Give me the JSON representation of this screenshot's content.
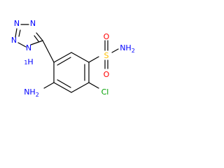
{
  "molecule": {
    "atoms": {
      "n1": {
        "text": "N",
        "color": "#0000ff"
      },
      "n2": {
        "text": "N",
        "color": "#0000ff"
      },
      "n3": {
        "text": "N",
        "color": "#0000ff"
      },
      "nh": {
        "element": "N",
        "suffix": "H",
        "prefix": "1",
        "color": "#0000ff"
      },
      "amine_ring": {
        "element": "NH",
        "subscript": "2",
        "color": "#0000ff"
      },
      "amine_sulfonamide": {
        "element": "NH",
        "subscript": "2",
        "color": "#0000ff"
      },
      "sulfur": {
        "text": "S",
        "color": "#ffbf00"
      },
      "oxygen_top": {
        "text": "O",
        "color": "#ff0000"
      },
      "oxygen_bottom": {
        "text": "O",
        "color": "#ff0000"
      },
      "chlorine": {
        "text": "Cl",
        "color": "#00a000"
      }
    }
  }
}
